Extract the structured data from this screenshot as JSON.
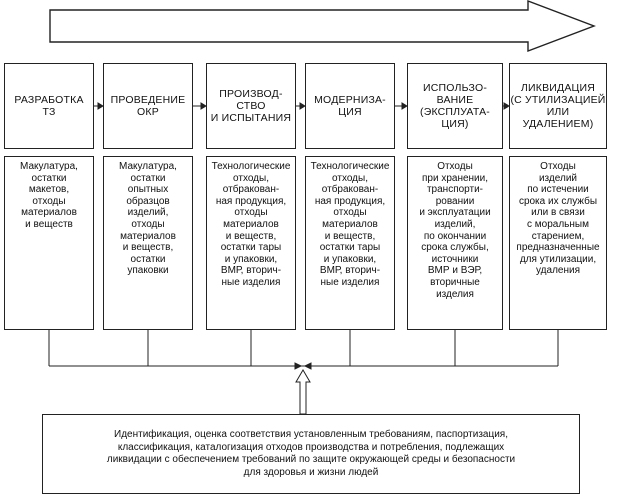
{
  "stages": [
    {
      "title": "РАЗРАБОТКА\nТЗ",
      "waste": "Макулатура,\nостатки\nмакетов,\nотходы\nматериалов\nи веществ"
    },
    {
      "title": "ПРОВЕДЕНИЕ\nОКР",
      "waste": "Макулатура,\nостатки\nопытных\nобразцов\nизделий,\nотходы\nматериалов\nи веществ,\nостатки\nупаковки"
    },
    {
      "title": "ПРОИЗВОД-\nСТВО\nИ ИСПЫТАНИЯ",
      "waste": "Технологические\nотходы,\nотбракован-\nная продукция,\nотходы\nматериалов\nи веществ,\nостатки тары\nи упаковки,\nВМР, вторич-\nные изделия"
    },
    {
      "title": "МОДЕРНИЗА-\nЦИЯ",
      "waste": "Технологические\nотходы,\nотбракован-\nная продукция,\nотходы\nматериалов\nи веществ,\nостатки тары\nи упаковки,\nВМР, вторич-\nные изделия"
    },
    {
      "title": "ИСПОЛЬЗО-\nВАНИЕ\n(ЭКСПЛУАТА-\nЦИЯ)",
      "waste": "Отходы\nпри хранении,\nтранспорти-\nровании\nи эксплуатации\nизделий,\nпо окончании\nсрока службы,\nисточники\nВМР и ВЭР,\nвторичные\nизделия"
    },
    {
      "title": "ЛИКВИДАЦИЯ\n(С УТИЛИЗАЦИЕЙ\nИЛИ\nУДАЛЕНИЕМ)",
      "waste": "Отходы\nизделий\nпо истечении\nсрока их службы\nили в связи\nс моральным\nстарением,\nпредназначенные\nдля утилизации,\nудаления"
    }
  ],
  "footer": {
    "lines": [
      "Идентификация, оценка соответствия установленным требованиям, паспортизация,",
      "классификация, каталогизация отходов производства и потребления, подлежащих",
      "ликвидации с обеспечением требований по защите окружающей среды и безопасности",
      "для здоровья и жизни людей"
    ]
  }
}
